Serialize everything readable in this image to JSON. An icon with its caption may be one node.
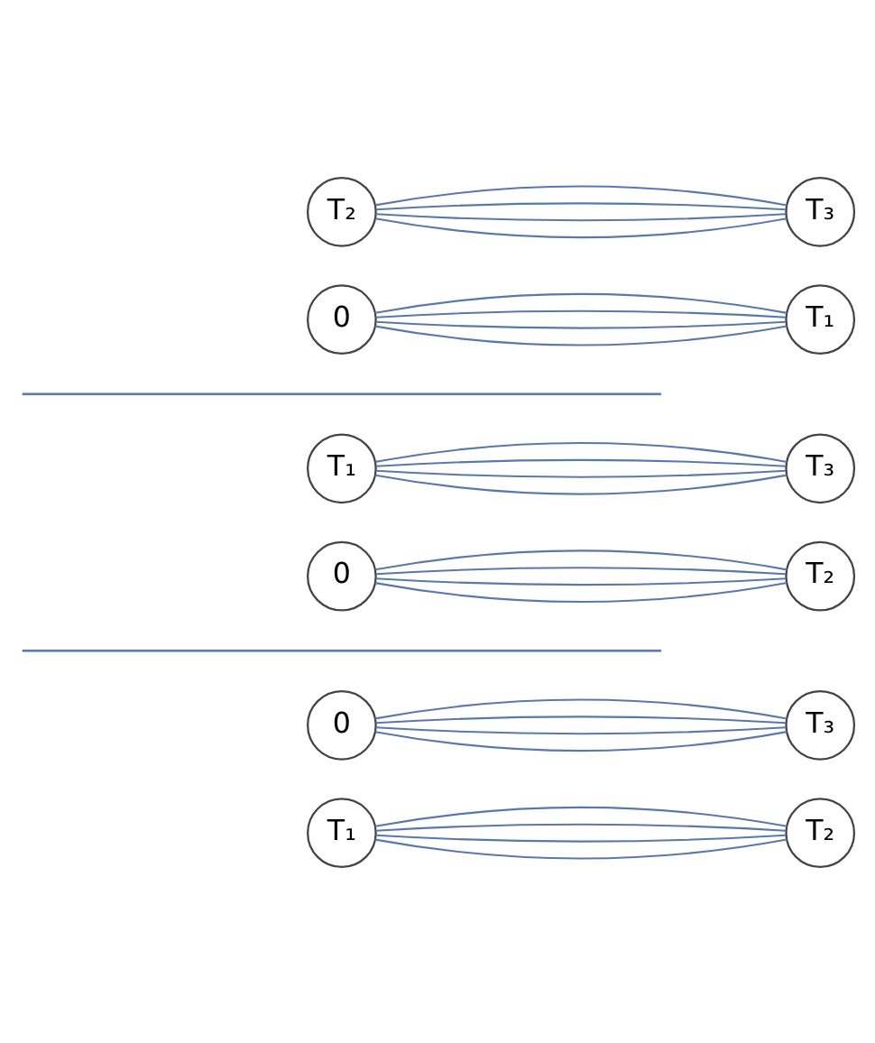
{
  "diagram": {
    "nodes": [
      {
        "text": [
          "T₂"
        ]
      },
      {
        "text": [
          "T₃"
        ]
      },
      {
        "text": [
          "0"
        ]
      },
      {
        "text": [
          "T₁"
        ]
      },
      {
        "text": [
          "T₁"
        ]
      },
      {
        "text": [
          "T₃"
        ]
      },
      {
        "text": [
          "0"
        ]
      },
      {
        "text": [
          "T₂"
        ]
      },
      {
        "text": [
          "0"
        ]
      },
      {
        "text": [
          "T₃"
        ]
      },
      {
        "text": [
          "T₁"
        ]
      },
      {
        "text": [
          "T₂"
        ]
      }
    ],
    "edges": [
      {
        "from": 0,
        "to": 1,
        "arrow": "none"
      },
      {
        "from": 0,
        "to": 1,
        "arrow": "none"
      },
      {
        "from": 0,
        "to": 1,
        "arrow": "none"
      },
      {
        "from": 0,
        "to": 1,
        "arrow": "none"
      },
      {
        "from": 2,
        "to": 3,
        "arrow": "none"
      },
      {
        "from": 2,
        "to": 3,
        "arrow": "none"
      },
      {
        "from": 2,
        "to": 3,
        "arrow": "none"
      },
      {
        "from": 2,
        "to": 3,
        "arrow": "none"
      },
      {
        "from": 4,
        "to": 5,
        "arrow": "none"
      },
      {
        "from": 4,
        "to": 5,
        "arrow": "none"
      },
      {
        "from": 4,
        "to": 5,
        "arrow": "none"
      },
      {
        "from": 4,
        "to": 5,
        "arrow": "none"
      },
      {
        "from": 6,
        "to": 7,
        "arrow": "none"
      },
      {
        "from": 6,
        "to": 7,
        "arrow": "none"
      },
      {
        "from": 6,
        "to": 7,
        "arrow": "none"
      },
      {
        "from": 6,
        "to": 7,
        "arrow": "none"
      },
      {
        "from": 8,
        "to": 9,
        "arrow": "none"
      },
      {
        "from": 8,
        "to": 9,
        "arrow": "none"
      },
      {
        "from": 8,
        "to": 9,
        "arrow": "none"
      },
      {
        "from": 8,
        "to": 9,
        "arrow": "none"
      },
      {
        "from": 10,
        "to": 11,
        "arrow": "none"
      },
      {
        "from": 10,
        "to": 11,
        "arrow": "none"
      },
      {
        "from": 10,
        "to": 11,
        "arrow": "none"
      },
      {
        "from": 10,
        "to": 11,
        "arrow": "none"
      }
    ]
  }
}
